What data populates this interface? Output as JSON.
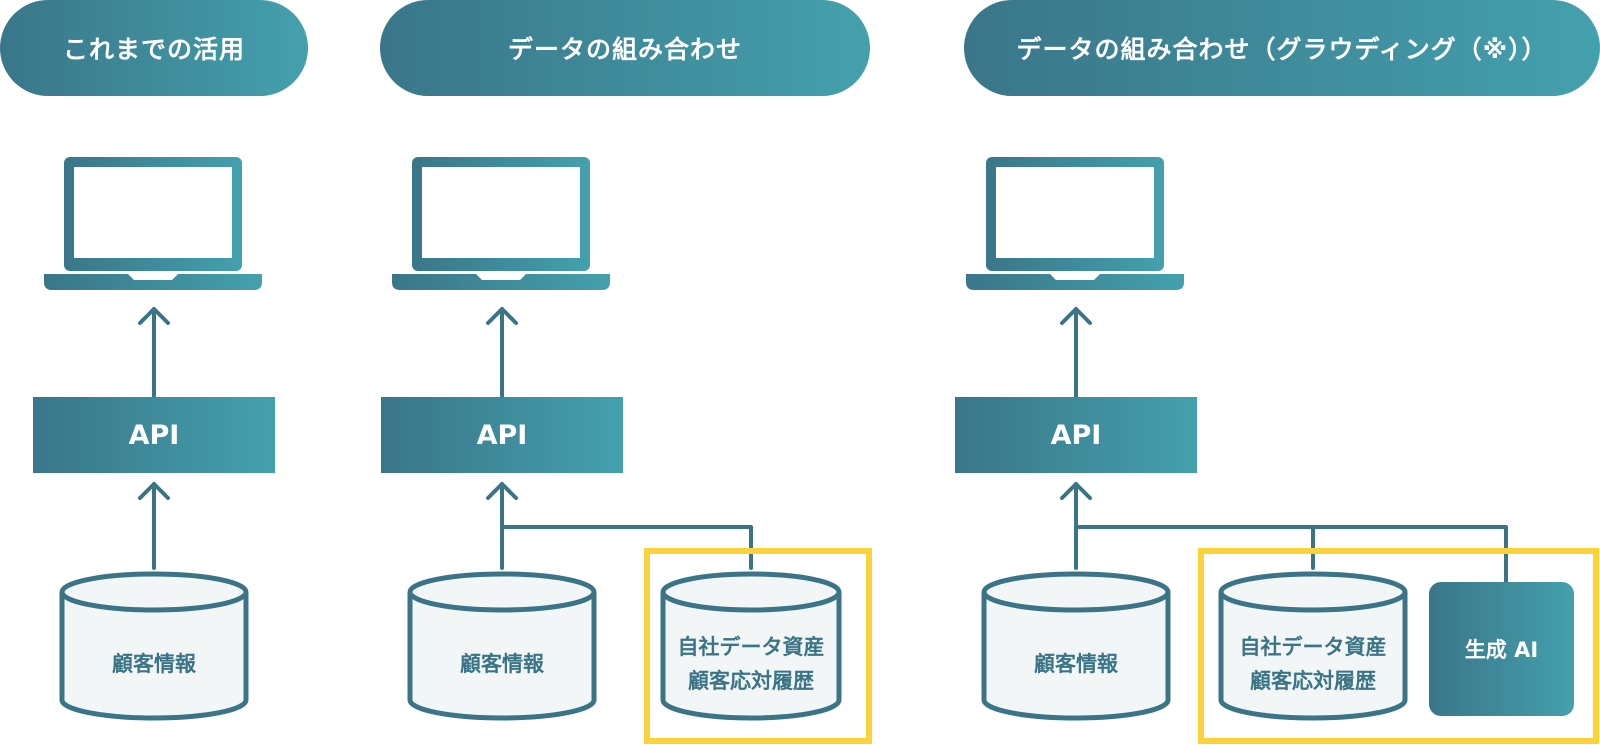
{
  "columns": [
    {
      "header": "これまでの活用",
      "api_label": "API",
      "databases": [
        "顧客情報"
      ]
    },
    {
      "header": "データの組み合わせ",
      "api_label": "API",
      "databases": [
        "顧客情報",
        "自社データ資産\n顧客応対履歴"
      ]
    },
    {
      "header": "データの組み合わせ（グラウディング（※））",
      "api_label": "API",
      "databases": [
        "顧客情報",
        "自社データ資産\n顧客応対履歴"
      ],
      "ai_box": "生成 AI"
    }
  ],
  "colors": {
    "gradient_start": "#3a7689",
    "gradient_end": "#44a0ad",
    "line": "#3a7486",
    "db_fill": "#f2f6f7",
    "highlight": "#fcd23a"
  }
}
